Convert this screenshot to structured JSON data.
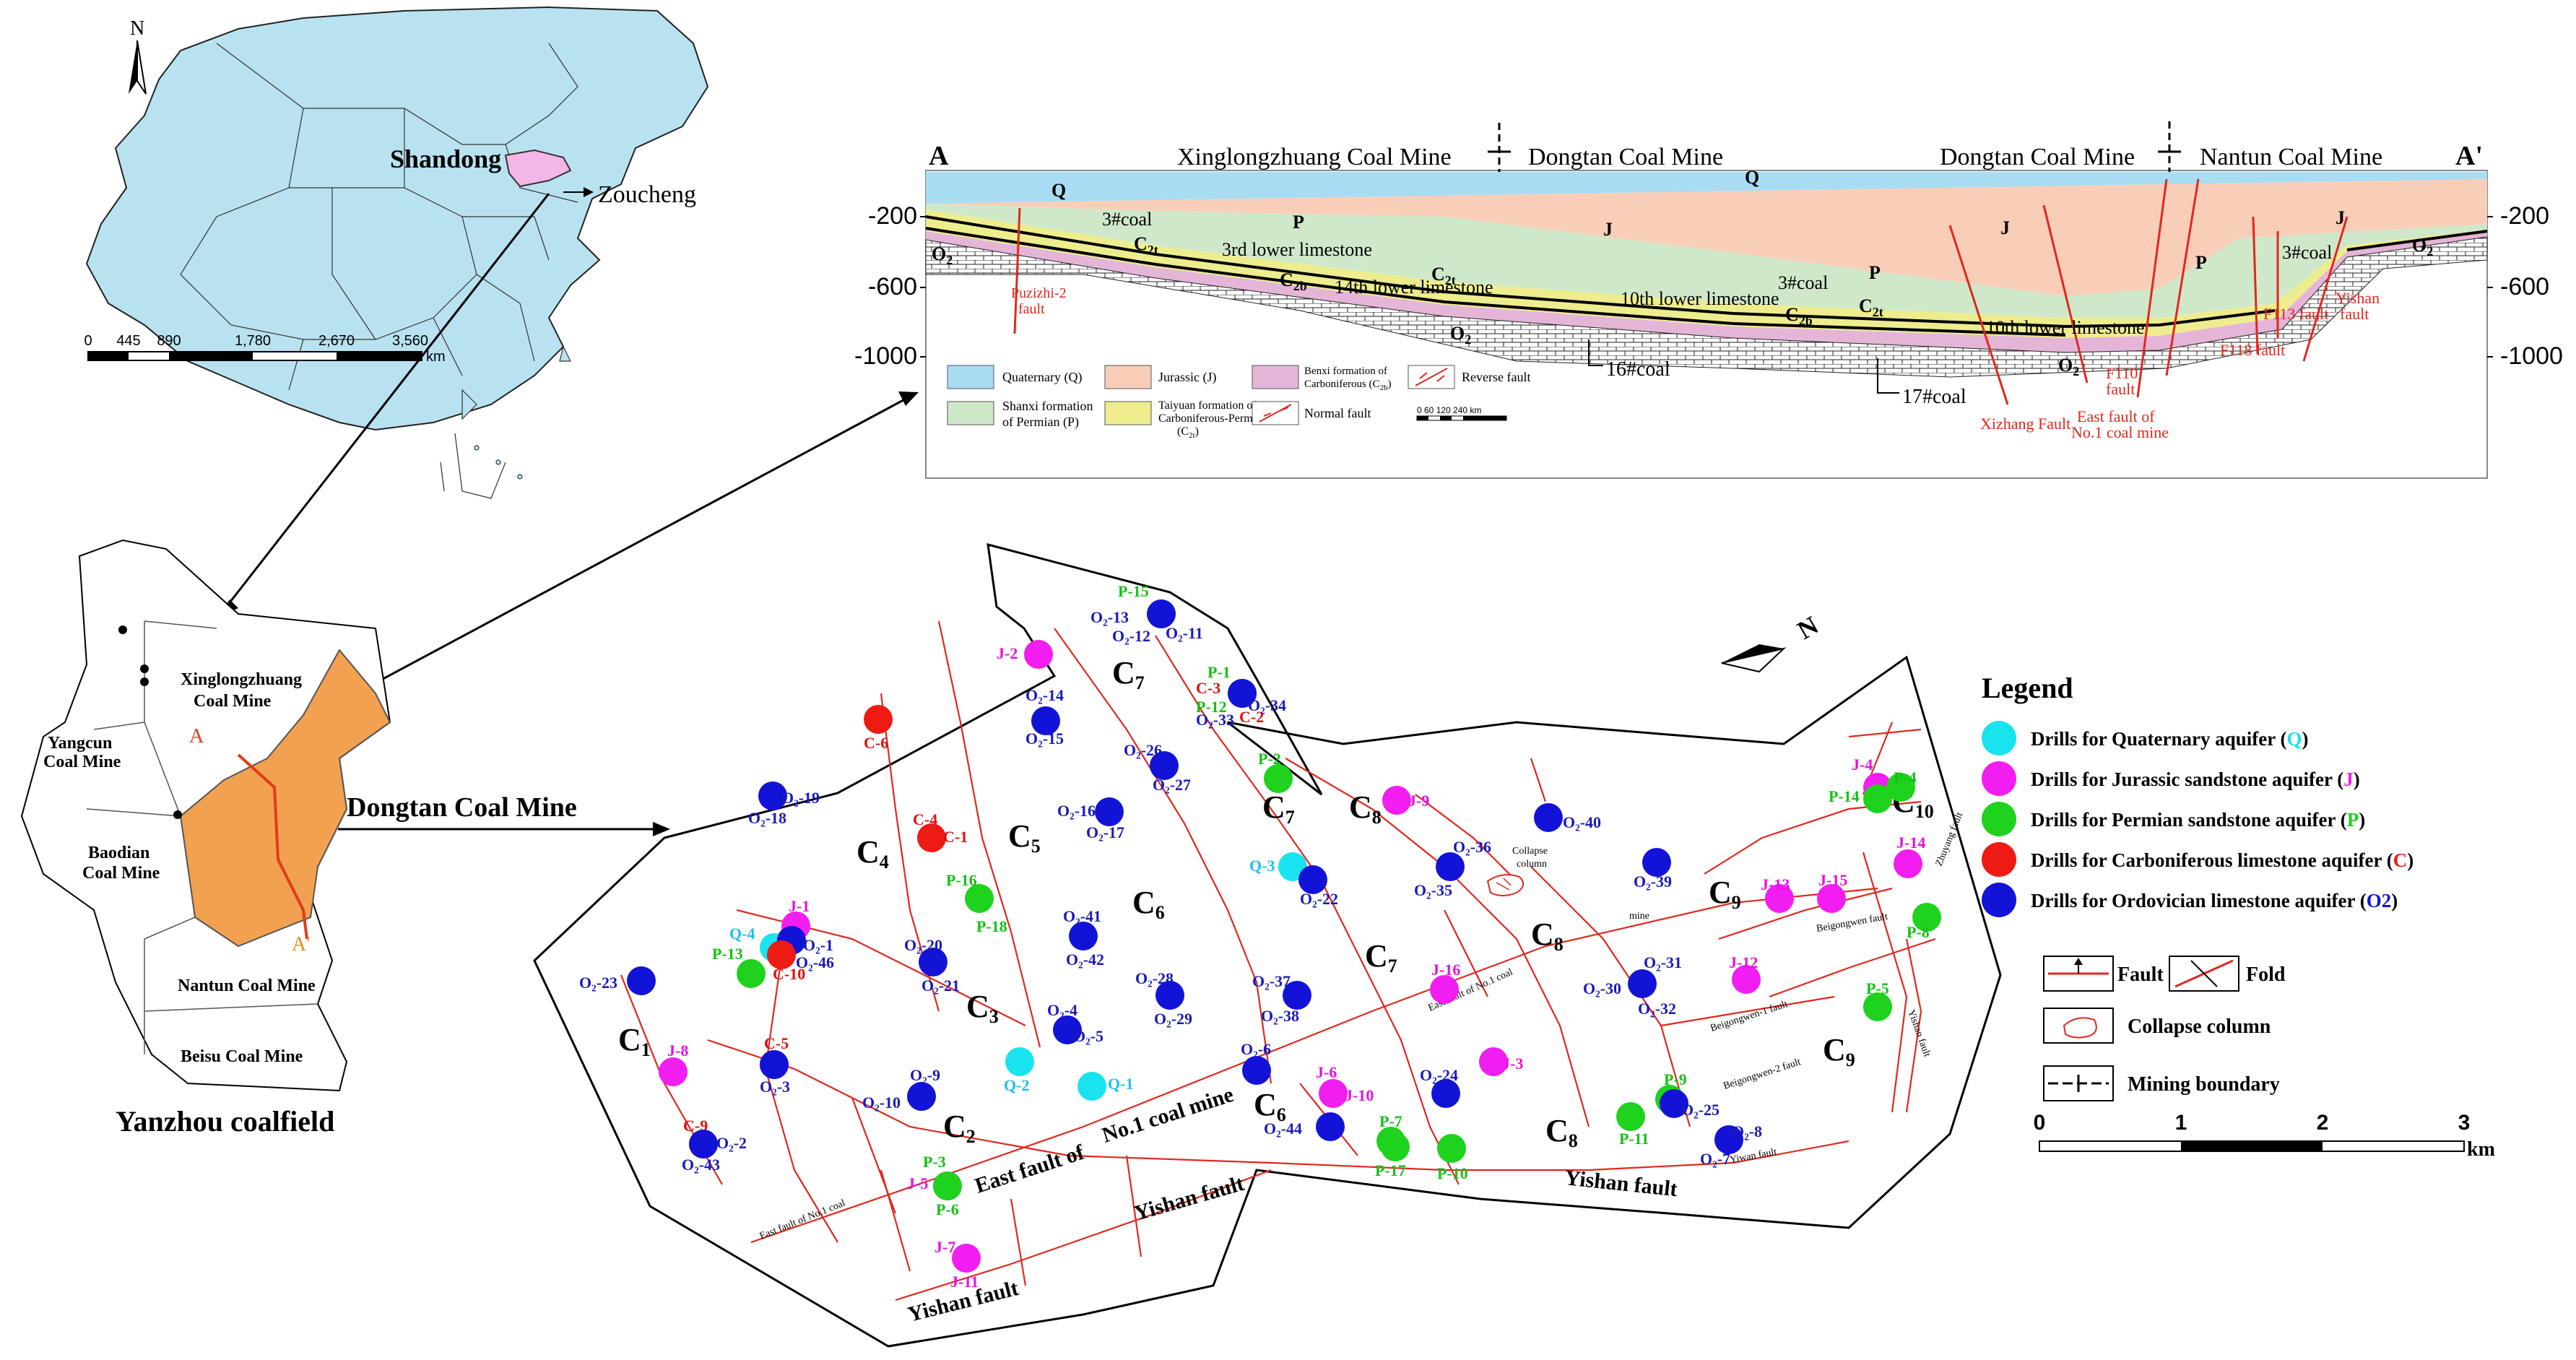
{
  "china_map": {
    "north": "N",
    "province": "Shandong",
    "city": "Zoucheng",
    "scale_ticks": [
      "0",
      "445",
      "890",
      "1,780",
      "2,670",
      "3,560"
    ],
    "scale_unit": "km"
  },
  "coalfield": {
    "title": "Yanzhou coalfield",
    "mines": {
      "xinglong_1": "Xinglongzhuang",
      "xinglong_2": "Coal Mine",
      "yangcun_1": "Yangcun",
      "yangcun_2": "Coal Mine",
      "baodian_1": "Baodian",
      "baodian_2": "Coal Mine",
      "nantun": "Nantun Coal Mine",
      "beisu": "Beisu Coal Mine"
    },
    "section_a": "A",
    "section_a2": "A'",
    "arrow_label": "Dongtan Coal Mine"
  },
  "section": {
    "end_a": "A",
    "end_a2": "A'",
    "mines": [
      "Xinglongzhuang Coal Mine",
      "Dongtan Coal Mine",
      "Dongtan Coal Mine",
      "Nantun Coal Mine"
    ],
    "depths_left": [
      "-200",
      "-600",
      "-1000"
    ],
    "depths_right": [
      "-200",
      "-600",
      "-1000"
    ],
    "labels": {
      "q1": "Q",
      "q2": "Q",
      "p1": "P",
      "p2": "P",
      "p3": "P",
      "j1": "J",
      "j2": "J",
      "j3": "J",
      "coal3a": "3#coal",
      "coal3b": "3#coal",
      "coal3c": "3#coal",
      "c2t_1": "C",
      "c2t_2": "C",
      "c2t_3": "C",
      "c2b_1": "C",
      "c2b_2": "C",
      "o2_1": "O",
      "o2_2": "O",
      "o2_3": "O",
      "o2_4": "O",
      "ls3": "3rd lower limestone",
      "ls14": "14th lower limestone",
      "ls10a": "10th lower limestone",
      "ls10b": "10th lower limestone",
      "coal16": "16#coal",
      "coal17": "17#coal"
    },
    "faults": {
      "puzizhi_1": "Puzizhi-2",
      "puzizhi_2": "fault",
      "xizhang": "Xizhang Fault",
      "eastfault_1": "East fault of",
      "eastfault_2": "No.1 coal mine",
      "f110_1": "F110",
      "f110_2": "fault",
      "f118": "F118 fault",
      "f113": "F113 fault",
      "yishan_1": "Yishan",
      "yishan_2": "fault"
    },
    "legend": {
      "quaternary": "Quaternary (Q)",
      "jurassic": "Jurassic (J)",
      "benxi_1": "Benxi formation of",
      "benxi_2": "Carboniferous (C",
      "reverse": "Reverse fault",
      "shanxi_1": "Shanxi formation",
      "shanxi_2": "of Permian  (P)",
      "taiyuan_1": "Taiyuan formation of",
      "taiyuan_2": "Carboniferous-Permian",
      "taiyuan_3": "(C",
      "normal": "Normal fault",
      "scale": "0   60  120        240   km"
    },
    "colors": {
      "quaternary": "#a8dcf2",
      "jurassic": "#f9ceb8",
      "permian": "#cfe8c9",
      "taiyuan": "#eeed8e",
      "benxi": "#e5b5d8",
      "fault": "#e0281e"
    }
  },
  "mine_map": {
    "north": "N",
    "zones": [
      "C",
      "C",
      "C",
      "C",
      "C",
      "C",
      "C",
      "C",
      "C",
      "C",
      "C",
      "C",
      "C",
      "C"
    ],
    "zone_subs": [
      "7",
      "4",
      "5",
      "6",
      "7",
      "8",
      "1",
      "3",
      "2",
      "6",
      "7",
      "8",
      "8",
      "9",
      "9",
      "10"
    ],
    "fault_labels": {
      "east_fault": "East fault of",
      "no1_mine": "No.1 coal mine",
      "yishan_a": "Yishan fault",
      "yishan_b": "Yishan fault",
      "yishan_c": "Yishan fault",
      "east_no1_small": "East fault of No.1 coal",
      "east_no1_mid": "East fault of No.1 coal",
      "mine_small": "mine",
      "beigong1": "Beigongwen-1 fault",
      "beigong2": "Beigongwen-2 fault",
      "beigongwen": "Beigongwen fault",
      "yiwan": "Yiwan fault",
      "yishan_small": "Yishan fault",
      "zhuyang": "Zhuyang fault",
      "collapse_1": "Collapse",
      "collapse_2": "column"
    },
    "drills": [
      {
        "name": "P-15",
        "t": "P"
      },
      {
        "name": "O₂-13",
        "t": "O"
      },
      {
        "name": "O₂-12",
        "t": "O"
      },
      {
        "name": "O₂-11",
        "t": "O"
      },
      {
        "name": "J-2",
        "t": "J"
      },
      {
        "name": "C-3",
        "t": "C"
      },
      {
        "name": "P-1",
        "t": "P"
      },
      {
        "name": "P-12",
        "t": "P"
      },
      {
        "name": "O₂-33",
        "t": "O"
      },
      {
        "name": "C-2",
        "t": "C"
      },
      {
        "name": "O₂-34",
        "t": "O"
      },
      {
        "name": "O₂-14",
        "t": "O"
      },
      {
        "name": "O₂-15",
        "t": "O"
      },
      {
        "name": "C-6",
        "t": "C"
      },
      {
        "name": "O₂-26",
        "t": "O"
      },
      {
        "name": "O₂-27",
        "t": "O"
      },
      {
        "name": "P-2",
        "t": "P"
      },
      {
        "name": "J-9",
        "t": "J"
      },
      {
        "name": "O₂-19",
        "t": "O"
      },
      {
        "name": "O₂-18",
        "t": "O"
      },
      {
        "name": "O₂-16",
        "t": "O"
      },
      {
        "name": "O₂-17",
        "t": "O"
      },
      {
        "name": "C-4",
        "t": "C"
      },
      {
        "name": "C-1",
        "t": "C"
      },
      {
        "name": "O₂-40",
        "t": "O"
      },
      {
        "name": "O₂-36",
        "t": "O"
      },
      {
        "name": "O₂-35",
        "t": "O"
      },
      {
        "name": "Q-3",
        "t": "Q"
      },
      {
        "name": "O₂-22",
        "t": "O"
      },
      {
        "name": "O₂-39",
        "t": "O"
      },
      {
        "name": "P-16",
        "t": "P"
      },
      {
        "name": "P-18",
        "t": "P"
      },
      {
        "name": "J-1",
        "t": "J"
      },
      {
        "name": "Q-4",
        "t": "Q"
      },
      {
        "name": "O₂-1",
        "t": "O"
      },
      {
        "name": "P-13",
        "t": "P"
      },
      {
        "name": "O₂-46",
        "t": "O"
      },
      {
        "name": "C-10",
        "t": "C"
      },
      {
        "name": "O₂-41",
        "t": "O"
      },
      {
        "name": "O₂-42",
        "t": "O"
      },
      {
        "name": "O₂-20",
        "t": "O"
      },
      {
        "name": "O₂-21",
        "t": "O"
      },
      {
        "name": "O₂-28",
        "t": "O"
      },
      {
        "name": "O₂-29",
        "t": "O"
      },
      {
        "name": "O₂-37",
        "t": "O"
      },
      {
        "name": "O₂-38",
        "t": "O"
      },
      {
        "name": "J-16",
        "t": "J"
      },
      {
        "name": "O₂-31",
        "t": "O"
      },
      {
        "name": "O₂-30",
        "t": "O"
      },
      {
        "name": "O₂-32",
        "t": "O"
      },
      {
        "name": "J-12",
        "t": "J"
      },
      {
        "name": "J-13",
        "t": "J"
      },
      {
        "name": "J-15",
        "t": "J"
      },
      {
        "name": "J-4",
        "t": "J"
      },
      {
        "name": "P-4",
        "t": "P"
      },
      {
        "name": "P-14",
        "t": "P"
      },
      {
        "name": "J-14",
        "t": "J"
      },
      {
        "name": "P-8",
        "t": "P"
      },
      {
        "name": "P-5",
        "t": "P"
      },
      {
        "name": "O₂-23",
        "t": "O"
      },
      {
        "name": "O₂-4",
        "t": "O"
      },
      {
        "name": "O₂-5",
        "t": "O"
      },
      {
        "name": "J-8",
        "t": "J"
      },
      {
        "name": "C-5",
        "t": "C"
      },
      {
        "name": "O₂-3",
        "t": "O"
      },
      {
        "name": "O₂-9",
        "t": "O"
      },
      {
        "name": "O₂-10",
        "t": "O"
      },
      {
        "name": "Q-2",
        "t": "Q"
      },
      {
        "name": "Q-1",
        "t": "Q"
      },
      {
        "name": "O₂-6",
        "t": "O"
      },
      {
        "name": "J-6",
        "t": "J"
      },
      {
        "name": "J-10",
        "t": "J"
      },
      {
        "name": "O₂-44",
        "t": "O"
      },
      {
        "name": "O₂-24",
        "t": "O"
      },
      {
        "name": "J-3",
        "t": "J"
      },
      {
        "name": "P-9",
        "t": "P"
      },
      {
        "name": "O₂-25",
        "t": "O"
      },
      {
        "name": "P-11",
        "t": "P"
      },
      {
        "name": "O₂-8",
        "t": "O"
      },
      {
        "name": "O₂-7",
        "t": "O"
      },
      {
        "name": "C-9",
        "t": "C"
      },
      {
        "name": "O₂-2",
        "t": "O"
      },
      {
        "name": "O₂-43",
        "t": "O"
      },
      {
        "name": "P-7",
        "t": "P"
      },
      {
        "name": "P-10",
        "t": "P"
      },
      {
        "name": "P-17",
        "t": "P"
      },
      {
        "name": "J-5",
        "t": "J"
      },
      {
        "name": "P-3",
        "t": "P"
      },
      {
        "name": "P-6",
        "t": "P"
      },
      {
        "name": "J-7",
        "t": "J"
      },
      {
        "name": "J-11",
        "t": "J"
      }
    ]
  },
  "legend": {
    "title": "Legend",
    "items": [
      {
        "prefix": "Drills for Quaternary aquifer (",
        "sym": "Q",
        "suffix": ")",
        "color": "#19e3ee"
      },
      {
        "prefix": "Drills for Jurassic sandstone aquifer (",
        "sym": "J",
        "suffix": ")",
        "color": "#f21df0"
      },
      {
        "prefix": "Drills for Permian sandstone aquifer (",
        "sym": "P",
        "suffix": ")",
        "color": "#1ed21e"
      },
      {
        "prefix": "Drills for Carboniferous limestone aquifer (",
        "sym": "C",
        "suffix": ")",
        "color": "#ee1a14"
      },
      {
        "prefix": "Drills for Ordovician limestone aquifer  (",
        "sym": "O2",
        "suffix": ")",
        "color": "#1313d8"
      }
    ],
    "fault": "Fault",
    "fold": "Fold",
    "collapse": "Collapse column",
    "boundary": "Mining boundary",
    "scale_ticks": [
      "0",
      "1",
      "2",
      "3"
    ],
    "scale_unit": "km"
  }
}
